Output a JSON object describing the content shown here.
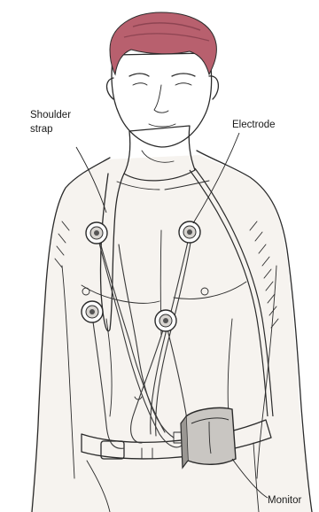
{
  "labels": {
    "shoulder_strap": [
      "Shoulder",
      "strap"
    ],
    "electrode": "Electrode",
    "monitor": "Monitor"
  },
  "colors": {
    "hair": "#b8606e",
    "hair_dark": "#8e4452",
    "skin": "#f6f3ef",
    "ink": "#2b2b2b",
    "device": "#c9c6c2",
    "device_dark": "#9a9793"
  }
}
